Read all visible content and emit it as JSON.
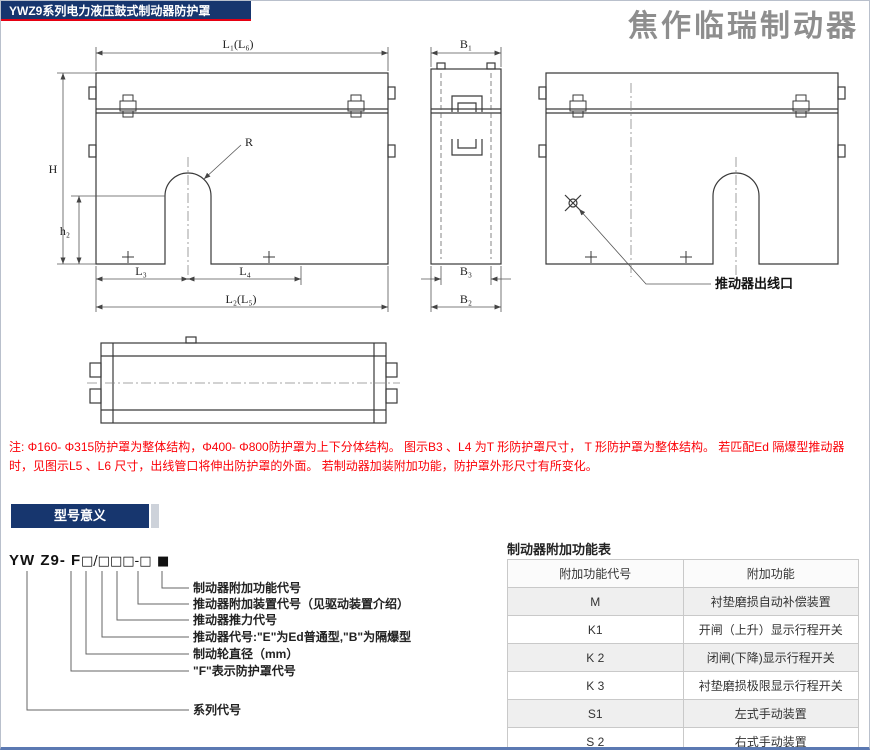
{
  "colors": {
    "header_bg": "#17366e",
    "accent_red": "#e60012",
    "note_red": "#fb0007"
  },
  "header": {
    "title": "YWZ9系列电力液压鼓式制动器防护罩",
    "brand": "焦作临瑞制动器"
  },
  "drawing": {
    "labels": {
      "l1": "L₁(L₆)",
      "b1": "B₁",
      "h": "H",
      "h2": "h₂",
      "r": "R",
      "l3": "L₃",
      "l4": "L₄",
      "l2": "L₂(L₅)",
      "b3": "B₃",
      "b2": "B₂",
      "outlet": "推动器出线口"
    }
  },
  "note": "注: Φ160- Φ315防护罩为整体结构，Φ400- Φ800防护罩为上下分体结构。 图示B3 、L4 为T 形防护罩尺寸， T 形防护罩为整体结构。 若匹配Ed 隔爆型推动器时，见图示L5 、L6 尺寸，出线管口将伸出防护罩的外面。 若制动器加装附加功能，防护罩外形尺寸有所变化。",
  "section": {
    "title": "型号意义"
  },
  "model": {
    "code_prefix": "YW Z9- F",
    "code_boxes": "□/□□□-□",
    "code_filled": "■",
    "labels": [
      "制动器附加功能代号",
      "推动器附加装置代号（见驱动装置介绍）",
      "推动器推力代号",
      "推动器代号:\"E\"为Ed普通型,\"B\"为隔爆型",
      "制动轮直径（mm）",
      "\"F\"表示防护罩代号",
      "系列代号"
    ]
  },
  "func_table": {
    "title": "制动器附加功能表",
    "headers": [
      "附加功能代号",
      "附加功能"
    ],
    "rows": [
      {
        "code": "M",
        "label": "衬垫磨损自动补偿装置"
      },
      {
        "code": "K1",
        "label": "开闸（上升）显示行程开关"
      },
      {
        "code": "K 2",
        "label": "闭闸(下降)显示行程开关"
      },
      {
        "code": "K 3",
        "label": "衬垫磨损极限显示行程开关"
      },
      {
        "code": "S1",
        "label": "左式手动装置"
      },
      {
        "code": "S 2",
        "label": "右式手动装置"
      }
    ]
  }
}
